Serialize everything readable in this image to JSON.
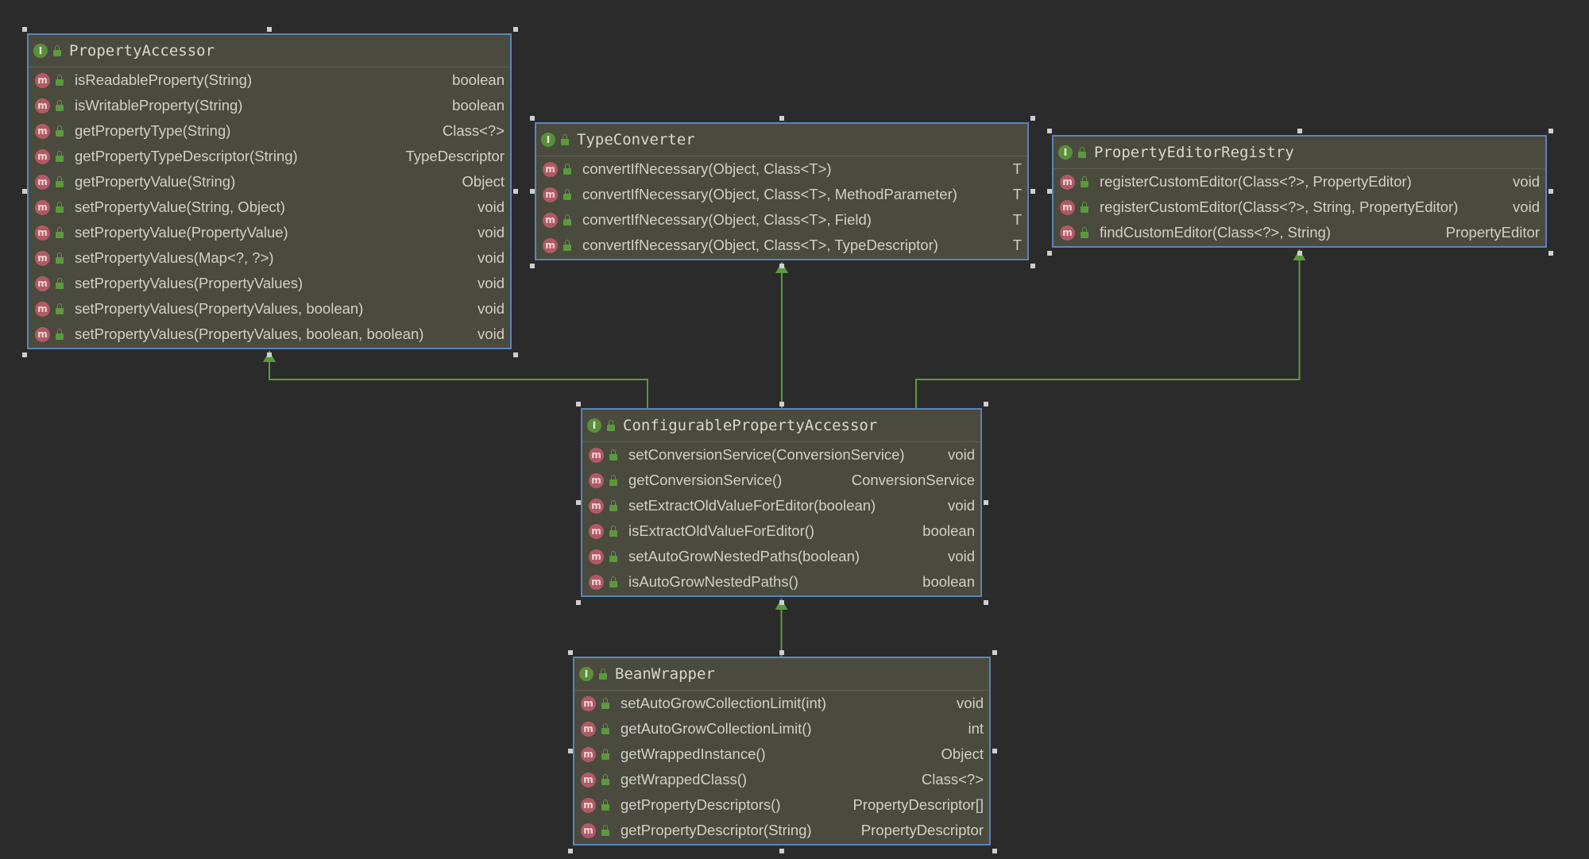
{
  "colors": {
    "background": "#2b2b2b",
    "box_fill": "#4a4a3f",
    "box_border": "#5a84b8",
    "interface_icon": "#5b8f3a",
    "method_icon": "#b05a64",
    "arrow": "#5b9a3c",
    "text": "#d0d0c8"
  },
  "icons": {
    "interface": "interface-icon",
    "method": "method-icon",
    "visibility": "public-lock-icon"
  },
  "interface_icon_glyph": "I",
  "method_icon_glyph": "m",
  "boxes": [
    {
      "title": "PropertyAccessor",
      "methods": [
        {
          "signature": "isReadableProperty(String)",
          "return_type": "boolean"
        },
        {
          "signature": "isWritableProperty(String)",
          "return_type": "boolean"
        },
        {
          "signature": "getPropertyType(String)",
          "return_type": "Class<?>"
        },
        {
          "signature": "getPropertyTypeDescriptor(String)",
          "return_type": "TypeDescriptor"
        },
        {
          "signature": "getPropertyValue(String)",
          "return_type": "Object"
        },
        {
          "signature": "setPropertyValue(String, Object)",
          "return_type": "void"
        },
        {
          "signature": "setPropertyValue(PropertyValue)",
          "return_type": "void"
        },
        {
          "signature": "setPropertyValues(Map<?, ?>)",
          "return_type": "void"
        },
        {
          "signature": "setPropertyValues(PropertyValues)",
          "return_type": "void"
        },
        {
          "signature": "setPropertyValues(PropertyValues, boolean)",
          "return_type": "void"
        },
        {
          "signature": "setPropertyValues(PropertyValues, boolean, boolean)",
          "return_type": "void"
        }
      ]
    },
    {
      "title": "TypeConverter",
      "methods": [
        {
          "signature": "convertIfNecessary(Object, Class<T>)",
          "return_type": "T"
        },
        {
          "signature": "convertIfNecessary(Object, Class<T>, MethodParameter)",
          "return_type": "T"
        },
        {
          "signature": "convertIfNecessary(Object, Class<T>, Field)",
          "return_type": "T"
        },
        {
          "signature": "convertIfNecessary(Object, Class<T>, TypeDescriptor)",
          "return_type": "T"
        }
      ]
    },
    {
      "title": "PropertyEditorRegistry",
      "methods": [
        {
          "signature": "registerCustomEditor(Class<?>, PropertyEditor)",
          "return_type": "void"
        },
        {
          "signature": "registerCustomEditor(Class<?>, String, PropertyEditor)",
          "return_type": "void"
        },
        {
          "signature": "findCustomEditor(Class<?>, String)",
          "return_type": "PropertyEditor"
        }
      ]
    },
    {
      "title": "ConfigurablePropertyAccessor",
      "methods": [
        {
          "signature": "setConversionService(ConversionService)",
          "return_type": "void"
        },
        {
          "signature": "getConversionService()",
          "return_type": "ConversionService"
        },
        {
          "signature": "setExtractOldValueForEditor(boolean)",
          "return_type": "void"
        },
        {
          "signature": "isExtractOldValueForEditor()",
          "return_type": "boolean"
        },
        {
          "signature": "setAutoGrowNestedPaths(boolean)",
          "return_type": "void"
        },
        {
          "signature": "isAutoGrowNestedPaths()",
          "return_type": "boolean"
        }
      ]
    },
    {
      "title": "BeanWrapper",
      "methods": [
        {
          "signature": "setAutoGrowCollectionLimit(int)",
          "return_type": "void"
        },
        {
          "signature": "getAutoGrowCollectionLimit()",
          "return_type": "int"
        },
        {
          "signature": "getWrappedInstance()",
          "return_type": "Object"
        },
        {
          "signature": "getWrappedClass()",
          "return_type": "Class<?>"
        },
        {
          "signature": "getPropertyDescriptors()",
          "return_type": "PropertyDescriptor[]"
        },
        {
          "signature": "getPropertyDescriptor(String)",
          "return_type": "PropertyDescriptor"
        }
      ]
    }
  ],
  "relations": [
    {
      "from": "ConfigurablePropertyAccessor",
      "to": "PropertyAccessor",
      "kind": "extends"
    },
    {
      "from": "ConfigurablePropertyAccessor",
      "to": "TypeConverter",
      "kind": "extends"
    },
    {
      "from": "ConfigurablePropertyAccessor",
      "to": "PropertyEditorRegistry",
      "kind": "extends"
    },
    {
      "from": "BeanWrapper",
      "to": "ConfigurablePropertyAccessor",
      "kind": "extends"
    }
  ]
}
